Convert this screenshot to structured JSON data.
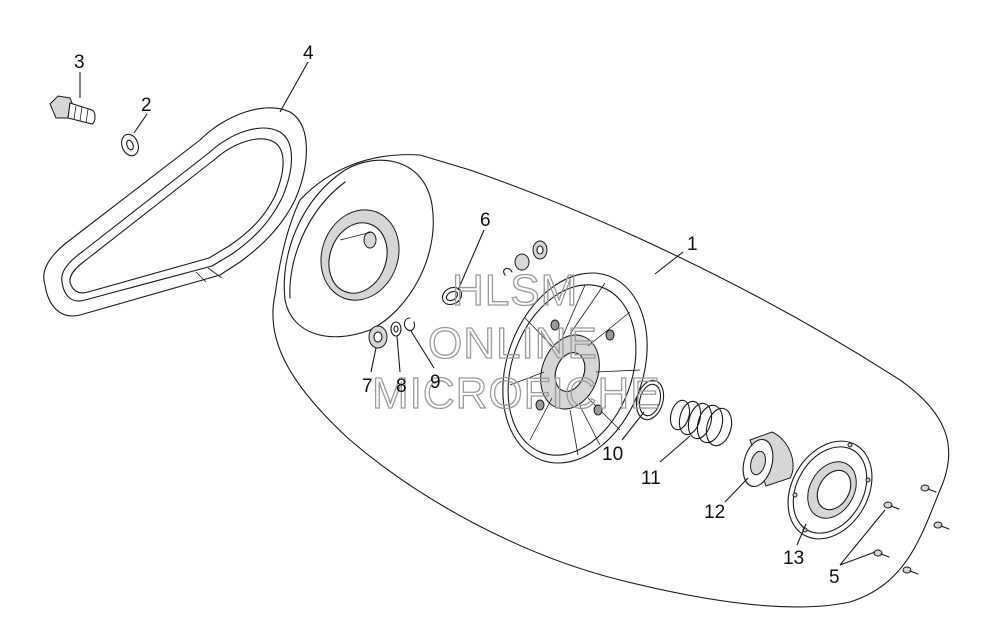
{
  "callouts": {
    "c1": "1",
    "c2": "2",
    "c3": "3",
    "c4": "4",
    "c5": "5",
    "c6": "6",
    "c7": "7",
    "c8": "8",
    "c9": "9",
    "c10": "10",
    "c11": "11",
    "c12": "12",
    "c13": "13"
  },
  "watermark": {
    "line1": "HLSM",
    "line2": "ONLINE",
    "line3": "MICROFICHE"
  },
  "colors": {
    "line": "#1a1a1a",
    "shade": "#d6d6d6",
    "dark": "#9a9a9a",
    "watermark": "#9a9a9a"
  }
}
